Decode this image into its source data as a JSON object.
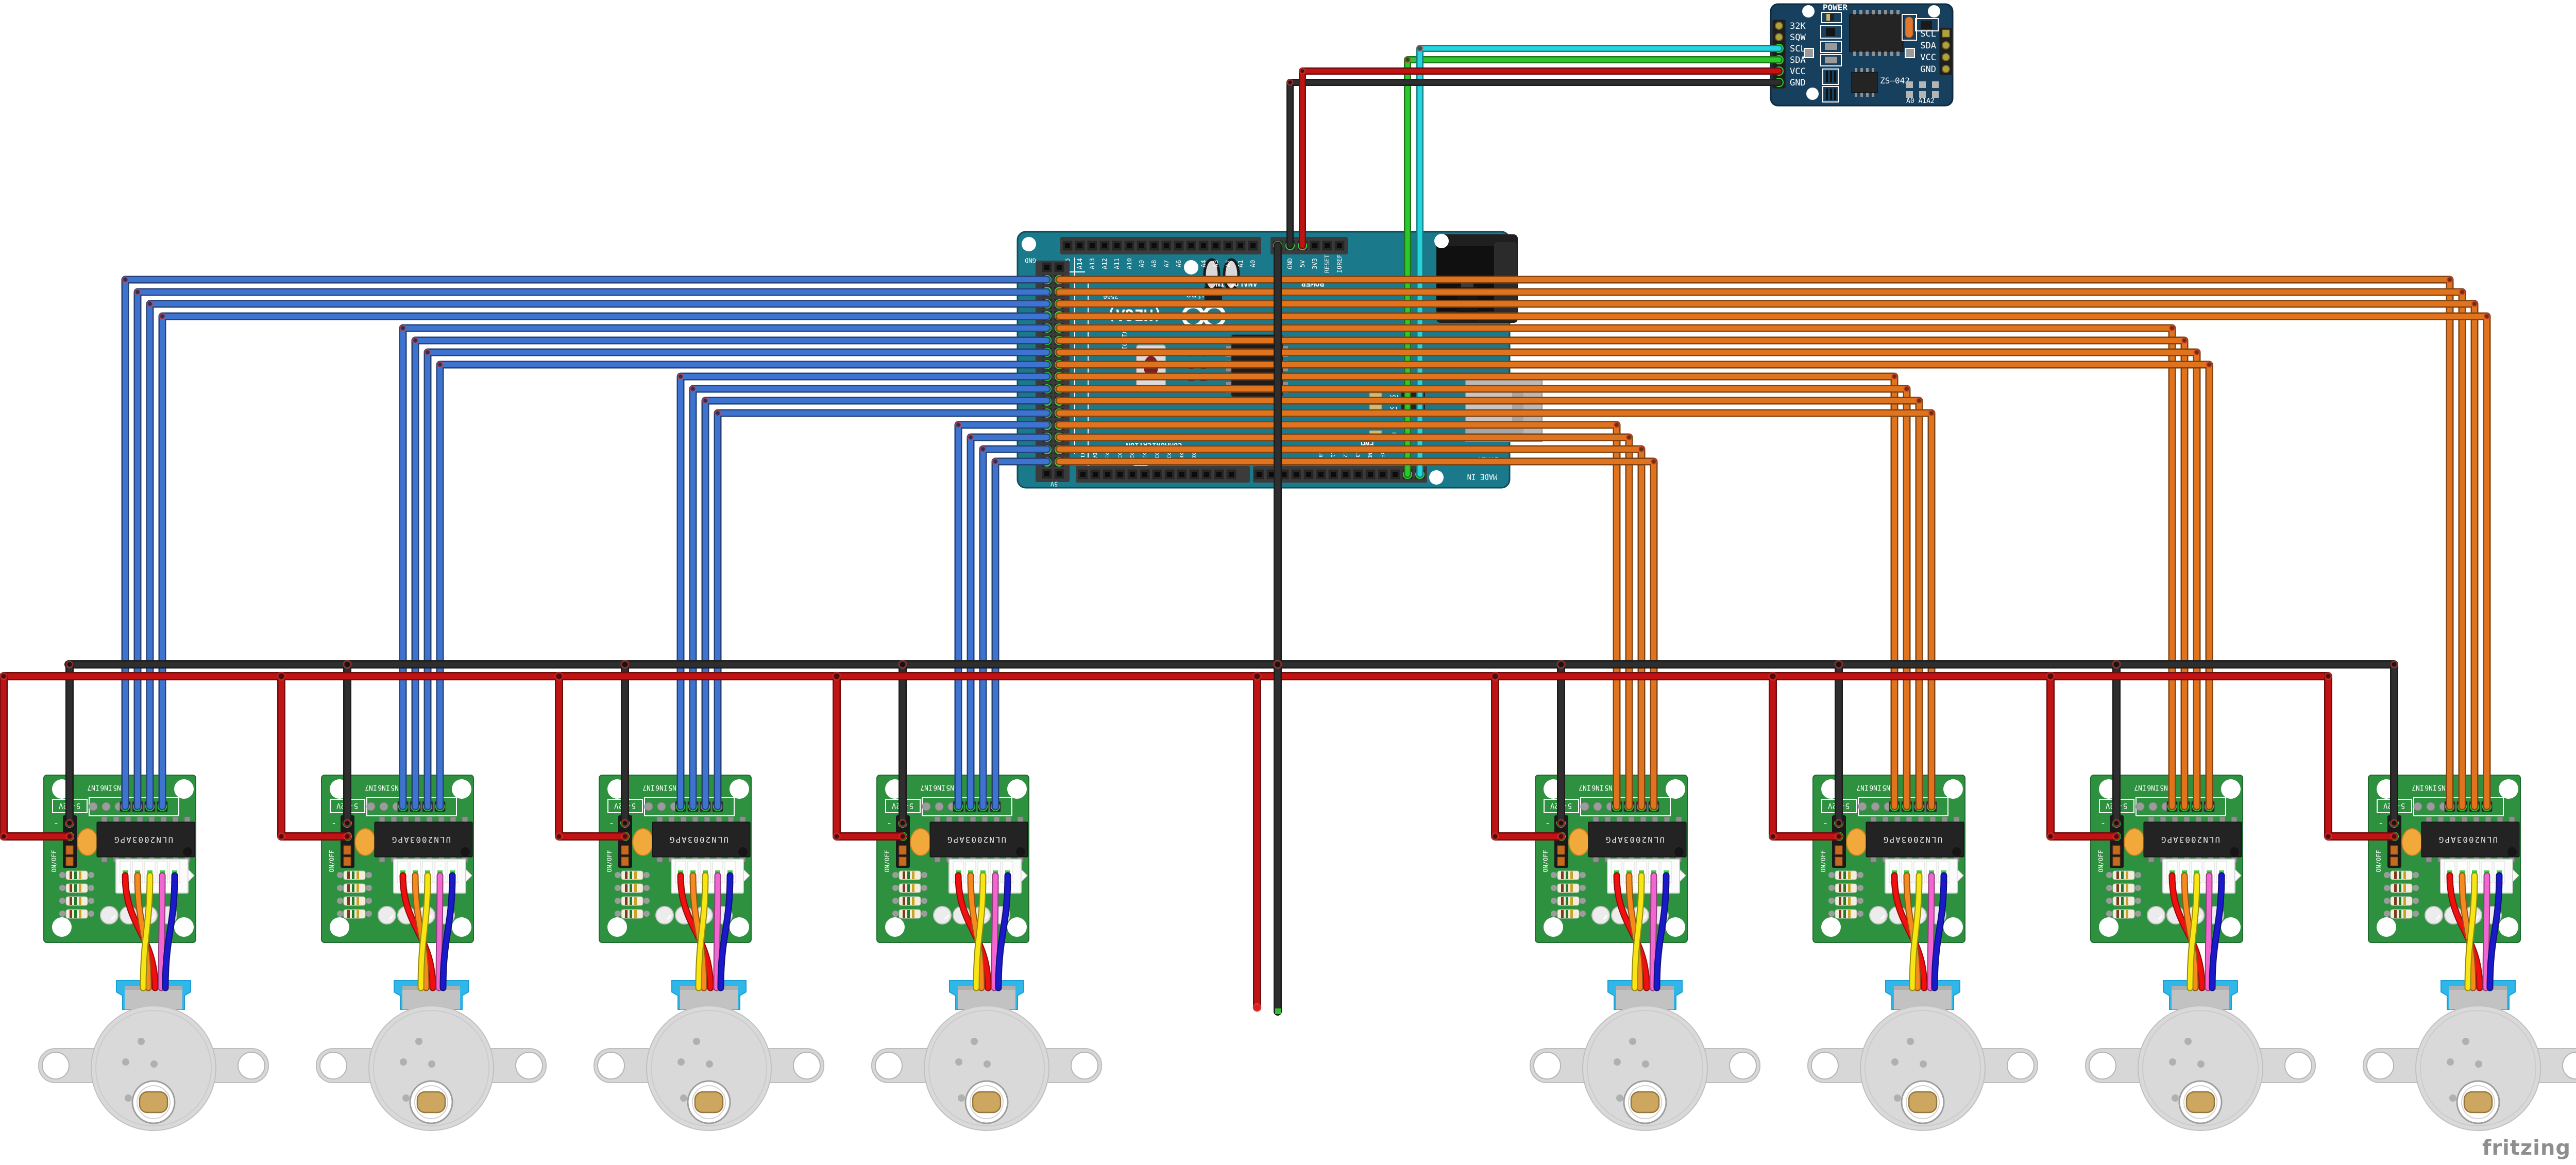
{
  "watermark": "fritzing",
  "rtc": {
    "caption": "POWER",
    "left_pin_labels": [
      "32K",
      "SQW",
      "SCL",
      "SDA",
      "VCC",
      "GND"
    ],
    "right_pin_labels": [
      "SCL",
      "SDA",
      "VCC",
      "GND"
    ],
    "model": "ZS—042",
    "address_labels": "A0 A1A2"
  },
  "arduino": {
    "brand": "Arduino",
    "logo": "(MEGA)",
    "mcu": "2560",
    "top_pin_labels": [
      "A15",
      "A14",
      "A13",
      "A12",
      "A11",
      "A10",
      "A9",
      "A8",
      "A7",
      "A6",
      "A5",
      "A4",
      "A3",
      "A2",
      "A1",
      "A0",
      "VIN",
      "GND",
      "5V",
      "3V3",
      "RESET",
      "IOREF"
    ],
    "caption_analog": "ANALOG IN",
    "caption_power": "POWER",
    "caption_comm": "COMMUNICATION",
    "caption_pwm": "PWM",
    "caption_digital": "DIGITAL",
    "label_gnd": "GND",
    "label_5v": "5V",
    "made_in_line1": "ITALY",
    "made_in_line2": "MADE IN",
    "led_labels": [
      "RX",
      "TX",
      "L"
    ],
    "bottom_left_labels": [
      "SCL",
      "SDA",
      "TX3",
      "RX3",
      "TX2",
      "RX2",
      "TX1",
      "RX1",
      "RX0",
      "TX0"
    ],
    "bottom_right_labels": [
      "10",
      "11",
      "12",
      "13",
      "GND",
      "AREF"
    ]
  },
  "driver_board": {
    "ic_label": "ULN2003APG",
    "in_labels": [
      "IN7",
      "IN6",
      "IN5"
    ],
    "voltage_label": "5-12V",
    "switch_label": "ON/OFF",
    "minus_label": "-",
    "count": 8
  },
  "motor": {
    "count": 8
  },
  "wiring": {
    "signal_left_color": "#3E74D0",
    "signal_right_color": "#E0731D",
    "power_bus_color": "#C01414",
    "ground_bus_color": "#2E2E2E",
    "i2c_scl_color": "#25D4DC",
    "i2c_sda_color": "#2DC82D",
    "rtc_vcc_color": "#C01414",
    "rtc_gnd_color": "#2E2E2E",
    "motor_cable_colors": [
      "#F01010",
      "#F58A1F",
      "#F7E614",
      "#F266D0",
      "#1A1ACC"
    ],
    "pcb_green": "#2E9140",
    "arduino_teal": "#1A7A8B",
    "rtc_navy": "#16405E"
  }
}
